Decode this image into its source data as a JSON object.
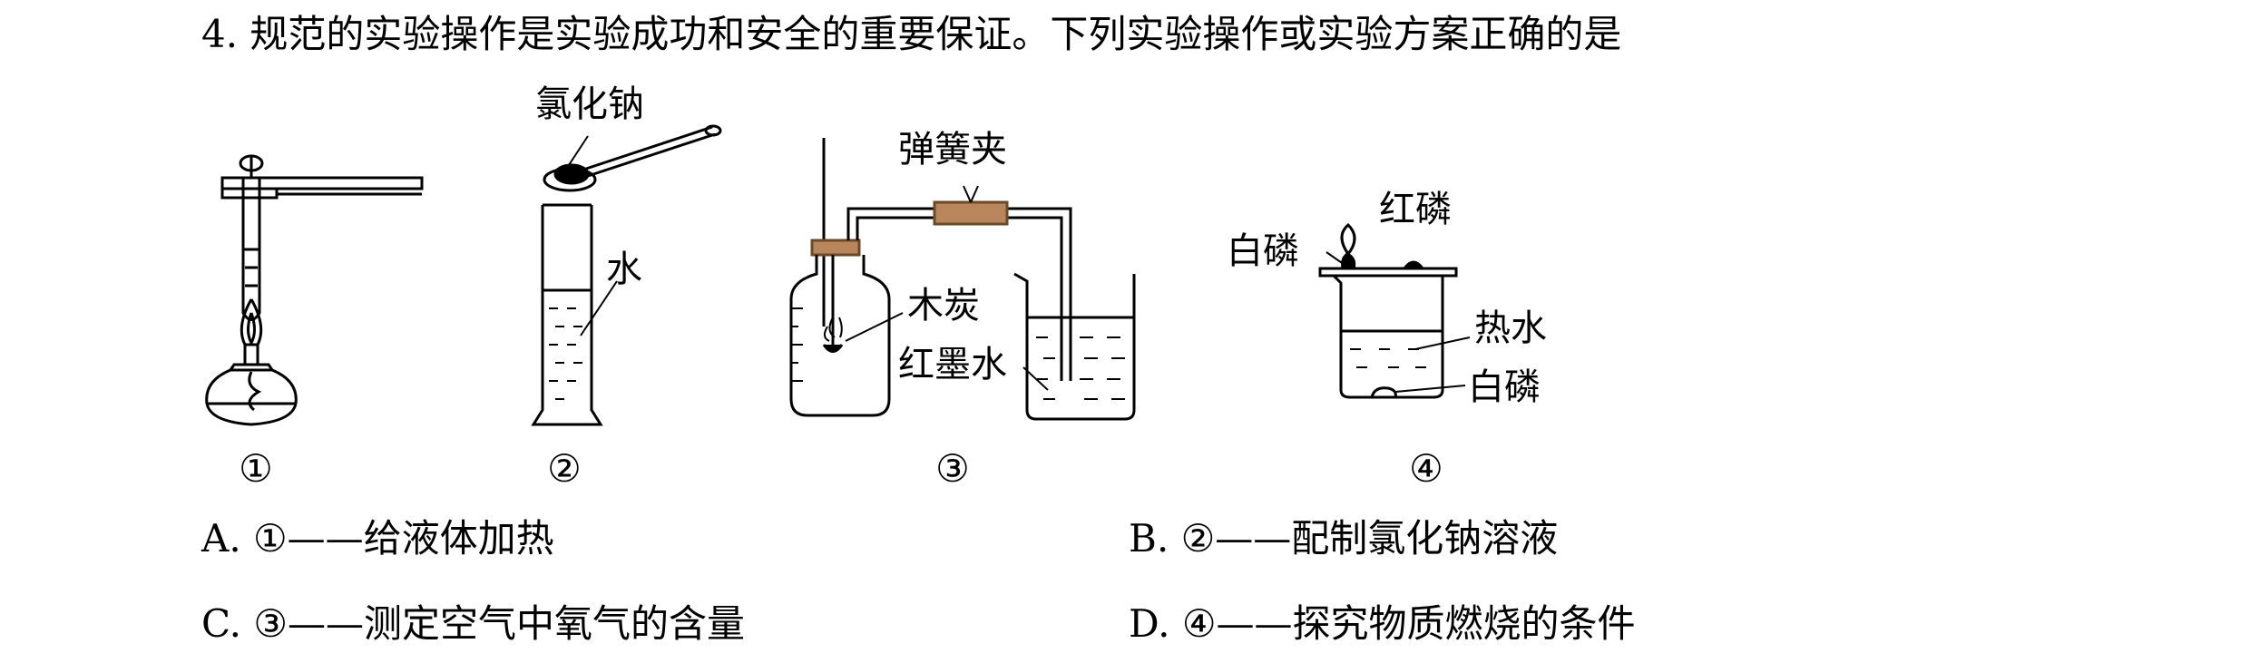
{
  "question": {
    "text": "4. 规范的实验操作是实验成功和安全的重要保证。下列实验操作或实验方案正确的是"
  },
  "figures": {
    "fig1": {
      "number": "①"
    },
    "fig2": {
      "number": "②",
      "label_salt": "氯化钠",
      "label_water": "水"
    },
    "fig3": {
      "number": "③",
      "label_clamp": "弹簧夹",
      "label_charcoal": "木炭",
      "label_ink": "红墨水"
    },
    "fig4": {
      "number": "④",
      "label_red_p": "红磷",
      "label_white_p_top": "白磷",
      "label_hot_water": "热水",
      "label_white_p_bottom": "白磷"
    }
  },
  "options": {
    "A": "A. ①——给液体加热",
    "B": "B. ②——配制氯化钠溶液",
    "C": "C. ③——测定空气中氧气的含量",
    "D": "D. ④——探究物质燃烧的条件"
  }
}
